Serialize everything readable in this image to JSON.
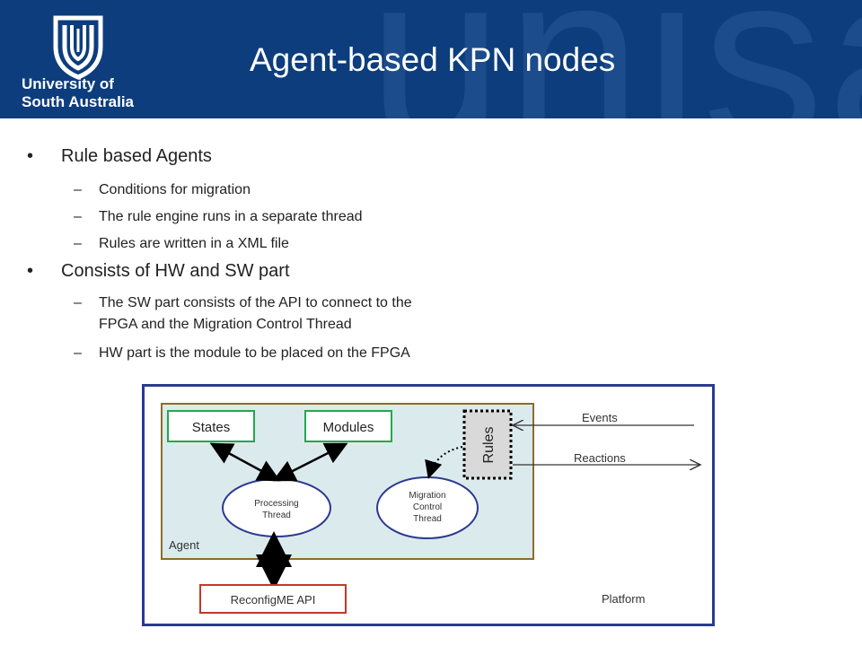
{
  "header": {
    "university_line1": "University of",
    "university_line2": "South Australia",
    "watermark": "unisa",
    "title": "Agent-based KPN nodes"
  },
  "bullets": [
    {
      "text": "Rule based Agents",
      "sub": [
        "Conditions for migration",
        "The rule engine runs in a separate thread",
        "Rules are written in a XML file"
      ]
    },
    {
      "text": "Consists of HW and SW part",
      "sub": [
        "The SW part consists of the API to connect to the FPGA and the Migration Control Thread",
        "HW part is the module to be placed on the FPGA"
      ]
    }
  ],
  "sub_lines": {
    "sw_part_line1": "The SW part consists of the API to connect to the",
    "sw_part_line2": "FPGA and the Migration Control Thread"
  },
  "diagram": {
    "states": "States",
    "modules": "Modules",
    "rules": "Rules",
    "processing_line1": "Processing",
    "processing_line2": "Thread",
    "migration_line1": "Migration",
    "migration_line2": "Control",
    "migration_line3": "Thread",
    "agent": "Agent",
    "api": "ReconfigME API",
    "platform": "Platform",
    "events": "Events",
    "reactions": "Reactions"
  },
  "colors": {
    "header_bg": "#0d3d7c",
    "platform_border": "#2b3a8f",
    "agent_fill": "#dbeaed",
    "agent_border": "#8b6d2a",
    "green_box": "#22a84a",
    "red_box": "#c0392b",
    "ellipse_border": "#2b3a8f"
  }
}
